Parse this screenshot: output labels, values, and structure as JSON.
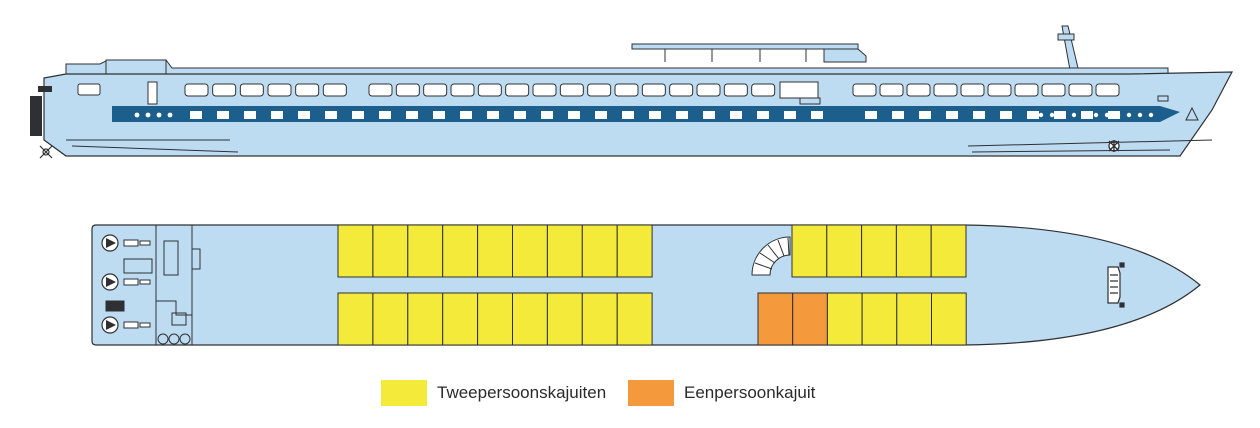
{
  "legend": [
    {
      "label": "Tweepersoonskajuiten",
      "color": "#f3ea3a"
    },
    {
      "label": "Eenpersoonkajuit",
      "color": "#f5993d"
    }
  ],
  "colors": {
    "hull": "#bddcf2",
    "stripe": "#1c5f8c",
    "outline": "#2f3033",
    "deck": "#bddcf2",
    "double_cabin": "#f3ea3a",
    "single_cabin": "#f5993d"
  },
  "deck_plan": {
    "cabins": {
      "front_block_upper": {
        "count": 9,
        "type": "double"
      },
      "front_block_lower": {
        "count": 9,
        "type": "double"
      },
      "aft_block_upper": {
        "count": 5,
        "type": "double"
      },
      "aft_block_lower": [
        {
          "type": "single"
        },
        {
          "type": "single"
        },
        {
          "type": "double"
        },
        {
          "type": "double"
        },
        {
          "type": "double"
        },
        {
          "type": "double"
        }
      ]
    }
  },
  "icons": {
    "propeller": "propeller-icon",
    "anchor": "anchor-icon",
    "staircase": "staircase-icon",
    "capstan": "capstan-icon"
  }
}
